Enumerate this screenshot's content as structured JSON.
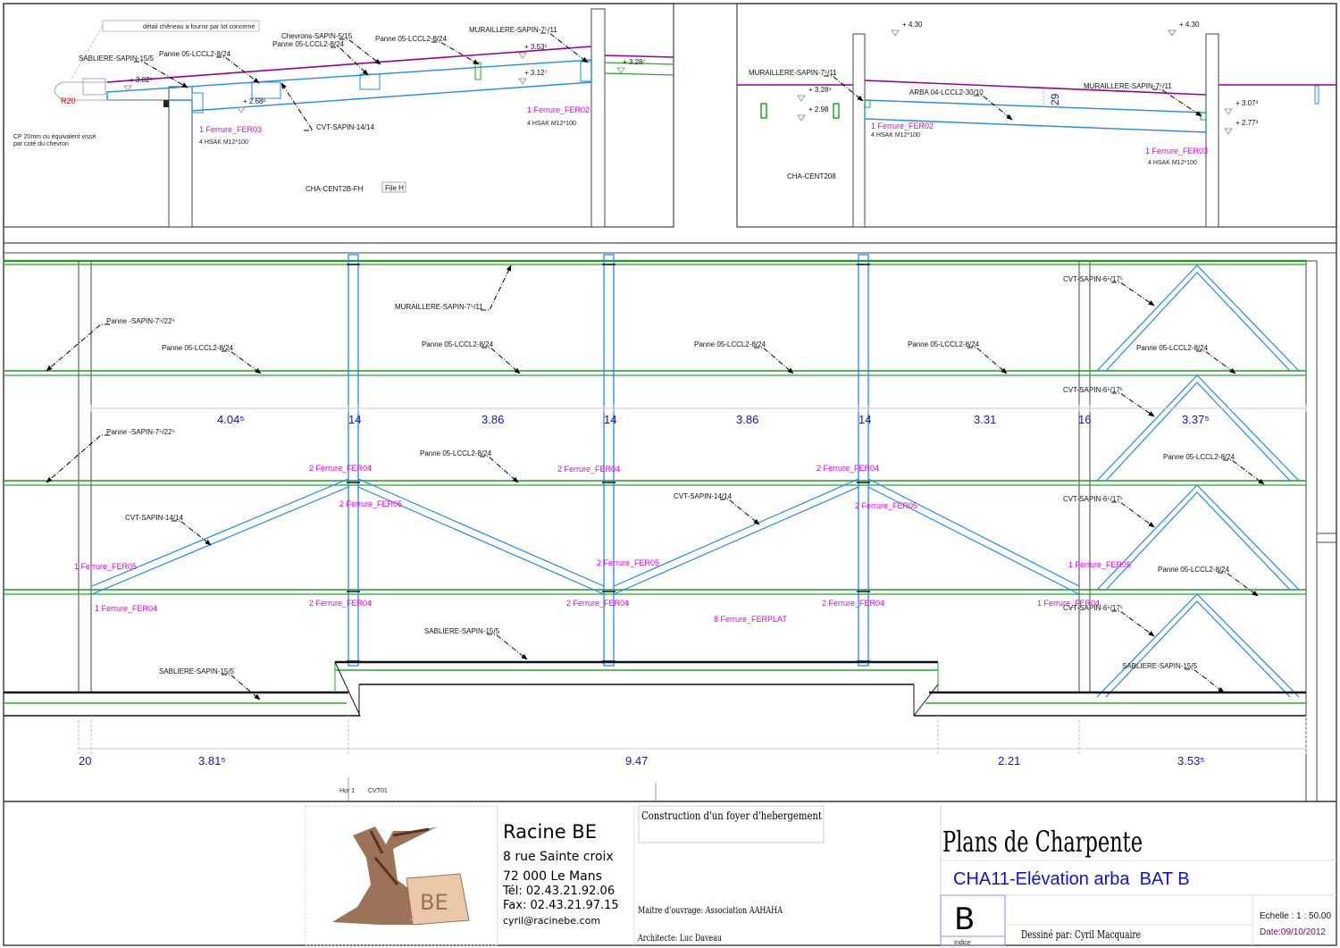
{
  "colors": {
    "timber_green": "#22aa22",
    "steel_blue": "#1e88ff",
    "purple": "#990099",
    "ferrure_magenta": "#e000e0",
    "dimension_blue": "#1010e0"
  },
  "top_left_detail": {
    "note_cheneau": "détail chêneau a fournir par lot concerné",
    "note_cp_1": "CP 20mm ou équivalent vissé",
    "note_cp_2": "par coté du chevron",
    "radius": "R20",
    "labels": [
      "SABLIERE-SAPIN-15/5",
      "Panne 05-LCCL2-8/24",
      "Chevrons-SAPIN-5/15",
      "Panne 05-LCCL2-8/24",
      "Panne 05-LCCL2-8/24",
      "MURAILLERE-SAPIN-7⁵/11",
      "CVT-SAPIN-14/14"
    ],
    "levels": [
      "+ 3.02⁵",
      "+ 2.68¹",
      "+ 3.53⁵",
      "+ 3.12⁷",
      "+ 3.28⁷"
    ],
    "ferrure_1": "1 Ferrure_FER03",
    "bolts_1": "4 HSAK M12*100",
    "ferrure_2": "1 Ferrure_FER02",
    "bolts_2": "4 HSAK M12*100",
    "section_name": "CHA-CENT2B-FH",
    "file_tag": "File H"
  },
  "top_right_detail": {
    "levels": [
      "+ 4.30",
      "+ 4.30",
      "+ 3.28⁴",
      "+ 2.98",
      "+ 3.07³",
      "+ 2.77³"
    ],
    "labels": [
      "MURAILLERE-SAPIN-7⁵/11",
      "ARBA 04-LCCL2-30/10",
      "MURAILLERE-SAPIN-7⁵/11"
    ],
    "height_dim": "29",
    "ferrure_1": "1 Ferrure_FER02",
    "bolts_1": "4 HSAK M12*100",
    "ferrure_2": "1 Ferrure_FER03",
    "bolts_2": "4 HSAK M12*100",
    "section_name": "CHA-CENT208"
  },
  "elevation": {
    "member_labels": [
      "MURAILLERE-SAPIN-7⁵/11",
      "Panne -SAPIN-7⁵/22⁵",
      "Panne 05-LCCL2-8/24",
      "Panne 05-LCCL2-8/24",
      "Panne 05-LCCL2-8/24",
      "Panne 05-LCCL2-8/24",
      "CVT-SAPIN-6⁵/17⁵",
      "Panne 05-LCCL2-8/24",
      "CVT-SAPIN-6⁵/17⁵",
      "Panne -SAPIN-7⁵/22⁵",
      "Panne 05-LCCL2-8/24",
      "Panne 05-LCCL2-8/24",
      "CVT-SAPIN-14/14",
      "CVT-SAPIN-14/14",
      "CVT-SAPIN-6⁵/17⁵",
      "Panne 05-LCCL2-8/24",
      "CVT-SAPIN-6⁵/17⁵",
      "SABLIERE-SAPIN-15/5",
      "SABLIERE-SAPIN-15/5",
      "SABLIERE-SAPIN-15/5"
    ],
    "ferrure_labels": [
      "2 Ferrure_FER04",
      "2 Ferrure_FER04",
      "2 Ferrure_FER04",
      "2 Ferrure_FER05",
      "2 Ferrure_FER05",
      "2 Ferrure_FER05",
      "1 Ferrure_FER05",
      "1 Ferrure_FER05",
      "1 Ferrure_FER04",
      "2 Ferrure_FER04",
      "2 Ferrure_FER04",
      "2 Ferrure_FER04",
      "1 Ferrure_FER04",
      "8 Ferrure_FERPLAT"
    ],
    "dims_upper": [
      "4.04⁵",
      "14",
      "3.86",
      "14",
      "3.86",
      "14",
      "3.31",
      "16",
      "3.37⁵"
    ],
    "dims_lower": [
      "20",
      "3.81⁵",
      "9.47",
      "2.21",
      "3.53⁵"
    ],
    "section_mark": "Hor 1",
    "section_ref": "CVT01"
  },
  "title_block": {
    "logo_text": "BE",
    "company": "Racine BE",
    "address_1": "8 rue Sainte croix",
    "address_2": "72 000 Le Mans",
    "phone": "Tél: 02.43.21.92.06",
    "fax": "Fax: 02.43.21.97.15",
    "email": "cyril@racinebe.com",
    "project": "Construction d'un foyer d'hebergement",
    "owner": "Maitre d'ouvrage: Association AAHAHA",
    "architect": "Architecte: Luc Daveau",
    "title": "Plans de Charpente",
    "subtitle": "CHA11-Elévation arba  BAT B",
    "index_value": "B",
    "index_label": "Indice",
    "drawn_by": "Dessiné par: Cyril Macquaire",
    "scale": "Echelle : 1 : 50.00",
    "date": "Date:09/10/2012"
  }
}
